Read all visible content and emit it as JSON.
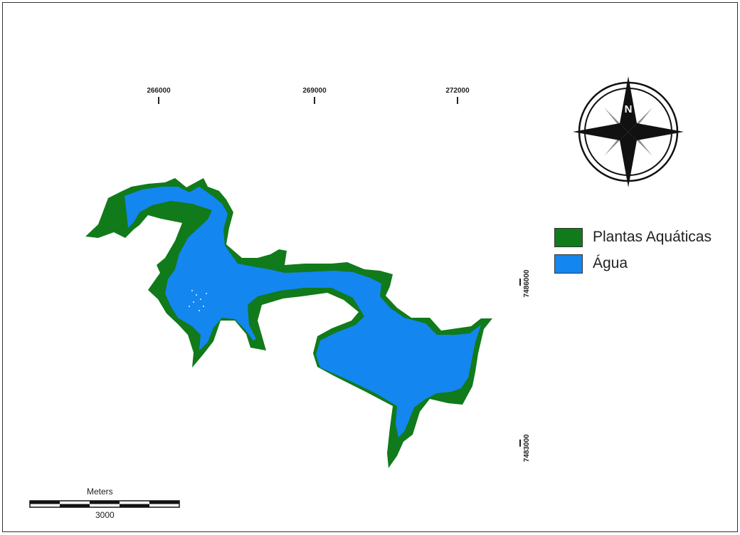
{
  "map": {
    "x_ticks": [
      "266000",
      "269000",
      "272000"
    ],
    "y_ticks": [
      "7486000",
      "7483000"
    ]
  },
  "legend": {
    "items": [
      {
        "label": "Plantas Aquáticas",
        "color": "#117a1a"
      },
      {
        "label": "Água",
        "color": "#1486f0"
      }
    ]
  },
  "north_arrow": {
    "label": "N"
  },
  "scale_bar": {
    "unit_label": "Meters",
    "value_label": "3000"
  },
  "colors": {
    "water": "#1486f0",
    "plants": "#117a1a",
    "frame": "#333333"
  }
}
